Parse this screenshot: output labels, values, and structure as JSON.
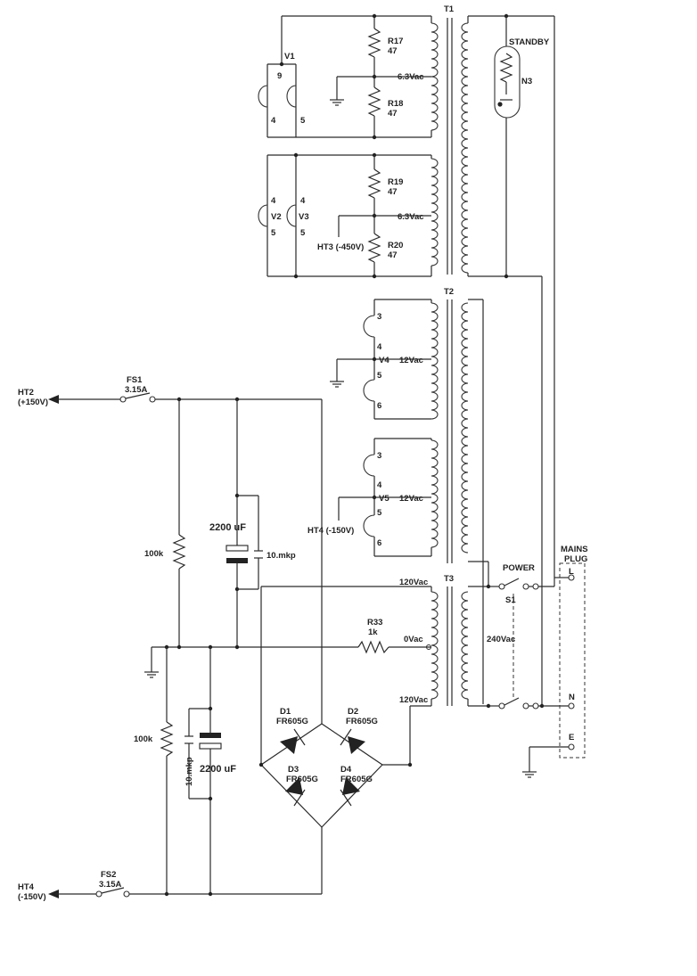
{
  "transformers": {
    "t1": "T1",
    "t2": "T2",
    "t3": "T3"
  },
  "valves": {
    "v1": {
      "ref": "V1",
      "pin9": "9",
      "pin4": "4",
      "pin5": "5"
    },
    "v2": {
      "ref": "V2",
      "pin4": "4",
      "pin5": "5"
    },
    "v3": {
      "ref": "V3",
      "pin4": "4",
      "pin5": "5"
    },
    "v4": {
      "ref": "V4",
      "pin3": "3",
      "pin4": "4",
      "pin5": "5",
      "pin6": "6"
    },
    "v5": {
      "ref": "V5",
      "pin3": "3",
      "pin4": "4",
      "pin5": "5",
      "pin6": "6"
    }
  },
  "resistors": {
    "r17": {
      "ref": "R17",
      "value": "47"
    },
    "r18": {
      "ref": "R18",
      "value": "47"
    },
    "r19": {
      "ref": "R19",
      "value": "47"
    },
    "r20": {
      "ref": "R20",
      "value": "47"
    },
    "r33": {
      "ref": "R33",
      "value": "1k"
    },
    "bleed_top": "100k",
    "bleed_bottom": "100k"
  },
  "windings": {
    "t1_sec_a": "6.3Vac",
    "t1_sec_b": "6.3Vac",
    "t2_sec_a": "12Vac",
    "t2_sec_b": "12Vac",
    "t3_top": "120Vac",
    "t3_mid": "0Vac",
    "t3_bottom": "120Vac",
    "t3_pri": "240Vac"
  },
  "rails": {
    "ht3": "HT3 (-450V)",
    "ht4_mid": "HT4 (-150V)",
    "ht2_name": "HT2",
    "ht2_volt": "(+150V)",
    "ht4_name": "HT4",
    "ht4_volt": "(-150V)"
  },
  "fuses": {
    "fs1": {
      "ref": "FS1",
      "rating": "3.15A"
    },
    "fs2": {
      "ref": "FS2",
      "rating": "3.15A"
    }
  },
  "capacitors": {
    "c_top_elec": "2200 uF",
    "c_top_film": "10.mkp",
    "c_bot_elec": "2200 uF",
    "c_bot_film": "10.mkp"
  },
  "diodes": {
    "d1": {
      "ref": "D1",
      "part": "FR605G"
    },
    "d2": {
      "ref": "D2",
      "part": "FR605G"
    },
    "d3": {
      "ref": "D3",
      "part": "FR605G"
    },
    "d4": {
      "ref": "D4",
      "part": "FR605G"
    }
  },
  "neon": {
    "label": "STANDBY",
    "ref": "N3"
  },
  "switch": {
    "name": "POWER",
    "ref": "S1"
  },
  "mains": {
    "title1": "MAINS",
    "title2": "PLUG",
    "l": "L",
    "n": "N",
    "e": "E"
  }
}
